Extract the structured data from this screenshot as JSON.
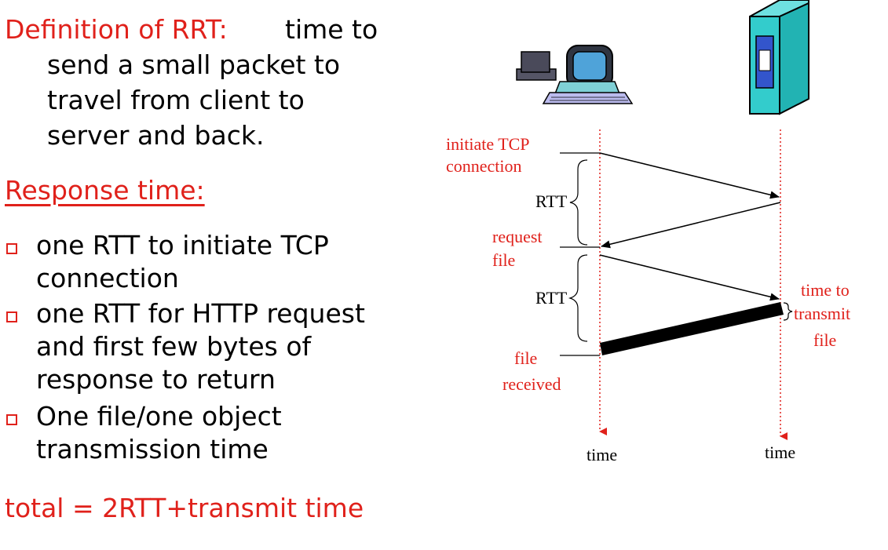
{
  "definition": {
    "label": "Definition of RRT:",
    "line1": "time to",
    "line2": "send a small packet to",
    "line3": "travel from client to",
    "line4": "server and back."
  },
  "response_time": {
    "heading": "Response time:",
    "bullets": [
      {
        "line1": "one RTT to initiate TCP",
        "line2": "connection"
      },
      {
        "line1": "one RTT for HTTP request",
        "line2": "and first few bytes of",
        "line3": "response to return"
      },
      {
        "line1": "One file/one object",
        "line2": "transmission time"
      }
    ],
    "total": "total = 2RTT+transmit time"
  },
  "diagram": {
    "labels": {
      "initiate_1": "initiate TCP",
      "initiate_2": "connection",
      "request_1": "request",
      "request_2": "file",
      "rtt_1": "RTT",
      "rtt_2": "RTT",
      "transmit_1": "time to",
      "transmit_2": "transmit",
      "transmit_3": "file",
      "received_1": "file",
      "received_2": "received",
      "time_client": "time",
      "time_server": "time"
    },
    "colors": {
      "annotation": "#e0211b",
      "timeline": "#e0211b",
      "server_body": "#33cccc",
      "server_panel": "#3355cc"
    },
    "icons": [
      "client-computer-icon",
      "server-tower-icon"
    ]
  }
}
